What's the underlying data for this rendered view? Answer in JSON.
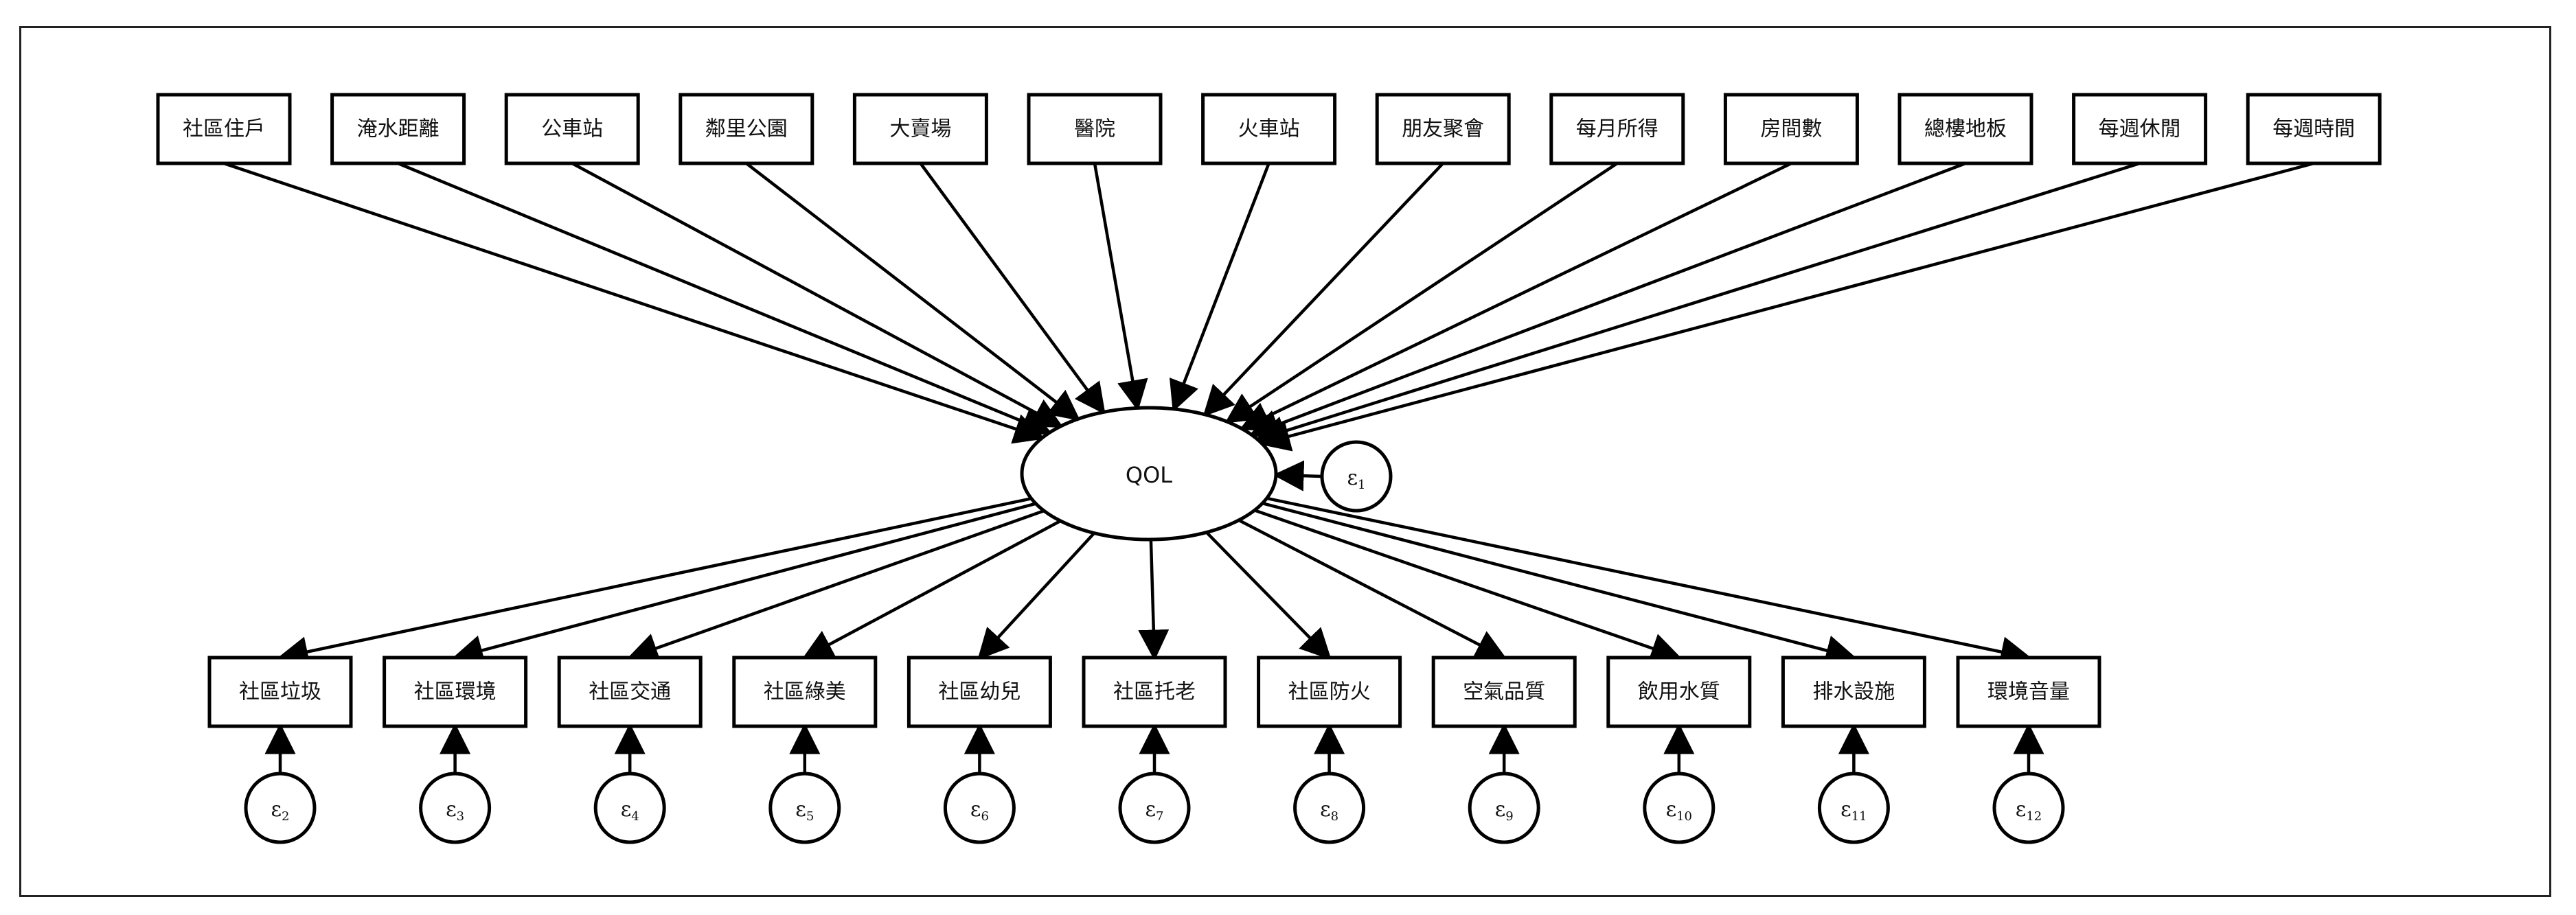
{
  "diagram": {
    "latent": {
      "label": "QOL",
      "error": {
        "symbol": "ε",
        "sub": "1"
      }
    },
    "causes": [
      "社區住戶",
      "淹水距離",
      "公車站",
      "鄰里公園",
      "大賣場",
      "醫院",
      "火車站",
      "朋友聚會",
      "每月所得",
      "房間數",
      "總樓地板",
      "每週休閒",
      "每週時間"
    ],
    "indicators": [
      {
        "label": "社區垃圾",
        "error_sub": "2"
      },
      {
        "label": "社區環境",
        "error_sub": "3"
      },
      {
        "label": "社區交通",
        "error_sub": "4"
      },
      {
        "label": "社區綠美",
        "error_sub": "5"
      },
      {
        "label": "社區幼兒",
        "error_sub": "6"
      },
      {
        "label": "社區托老",
        "error_sub": "7"
      },
      {
        "label": "社區防火",
        "error_sub": "8"
      },
      {
        "label": "空氣品質",
        "error_sub": "9"
      },
      {
        "label": "飲用水質",
        "error_sub": "10"
      },
      {
        "label": "排水設施",
        "error_sub": "11"
      },
      {
        "label": "環境音量",
        "error_sub": "12"
      }
    ]
  }
}
